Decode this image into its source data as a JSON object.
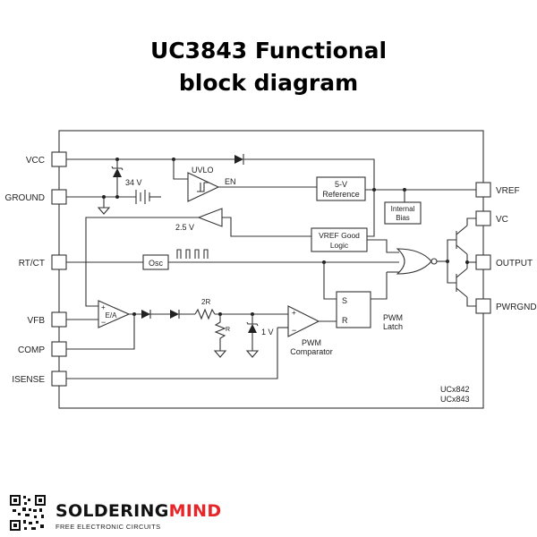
{
  "title": {
    "line1": "UC3843 Functional",
    "line2": "block diagram"
  },
  "pins_left": [
    "VCC",
    "GROUND",
    "RT/CT",
    "VFB",
    "COMP",
    "ISENSE"
  ],
  "pins_right": [
    "VREF",
    "VC",
    "OUTPUT",
    "PWRGND"
  ],
  "labels": {
    "zener_34v": "34 V",
    "uvlo": "UVLO",
    "en": "EN",
    "ref_line1": "5-V",
    "ref_line2": "Reference",
    "internal_line1": "Internal",
    "internal_line2": "Bias",
    "v25": "2.5 V",
    "vref_good_line1": "VREF Good",
    "vref_good_line2": "Logic",
    "osc": "Osc",
    "ea": "E/A",
    "r2r": "2R",
    "r": "R",
    "v1": "1 V",
    "pwm_comp_line1": "PWM",
    "pwm_comp_line2": "Comparator",
    "latch_s": "S",
    "latch_r": "R",
    "pwm_latch_line1": "PWM",
    "pwm_latch_line2": "Latch",
    "part1": "UCx842",
    "part2": "UCx843"
  },
  "footer": {
    "brand_part1": "SOLDERING",
    "brand_part2": "MIND",
    "tagline": "FREE ELECTRONIC CIRCUITS",
    "brand_accent_color": "#e8262a"
  }
}
